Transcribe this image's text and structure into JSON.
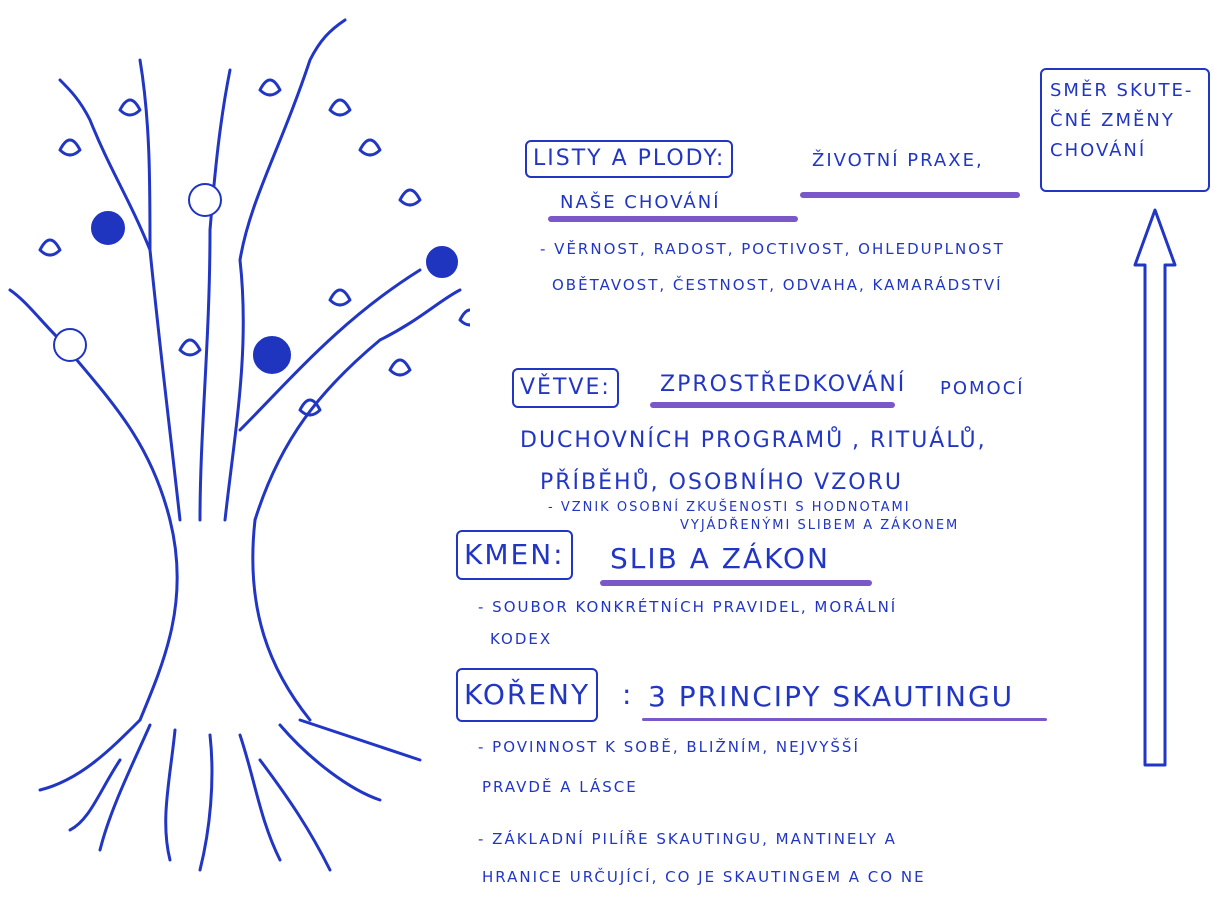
{
  "direction": {
    "line1": "SMĚR SKUTE-",
    "line2": "ČNÉ ZMĚNY",
    "line3": "CHOVÁNÍ"
  },
  "leaves": {
    "label": "LISTY A PLODY:",
    "title_a": "ŽIVOTNÍ PRAXE,",
    "title_b": "NAŠE CHOVÁNÍ",
    "bullet_1": "- VĚRNOST, RADOST, POCTIVOST, OHLEDUPLNOST",
    "bullet_2": "OBĚTAVOST, ČESTNOST, ODVAHA, KAMARÁDSTVÍ"
  },
  "branches": {
    "label": "VĚTVE:",
    "title_a": "ZPROSTŘEDKOVÁNÍ",
    "title_b": "POMOCÍ",
    "line2_a": "DUCHOVNÍCH PROGRAMŮ",
    "line2_b": ", RITUÁLŮ,",
    "line3": "PŘÍBĚHŮ, OSOBNÍHO VZORU",
    "bullet_1": "- VZNIK OSOBNÍ ZKUŠENOSTI S HODNOTAMI",
    "bullet_2": "VYJÁDŘENÝMI SLIBEM A ZÁKONEM"
  },
  "trunk": {
    "label": "KMEN:",
    "title": "SLIB A ZÁKON",
    "bullet_1": "- SOUBOR KONKRÉTNÍCH PRAVIDEL, MORÁLNÍ",
    "bullet_2": "KODEX"
  },
  "roots": {
    "label": "KOŘENY",
    "colon": ":",
    "title": "3 PRINCIPY SKAUTINGU",
    "bullet_1": "- POVINNOST K SOBĚ, BLIŽNÍM, NEJVYŠŠÍ",
    "bullet_2": "PRAVDĚ A LÁSCE",
    "bullet_3": "- ZÁKLADNÍ PILÍŘE SKAUTINGU, MANTINELY A",
    "bullet_4": "HRANICE URČUJÍCÍ, CO JE SKAUTINGEM A CO NE"
  }
}
